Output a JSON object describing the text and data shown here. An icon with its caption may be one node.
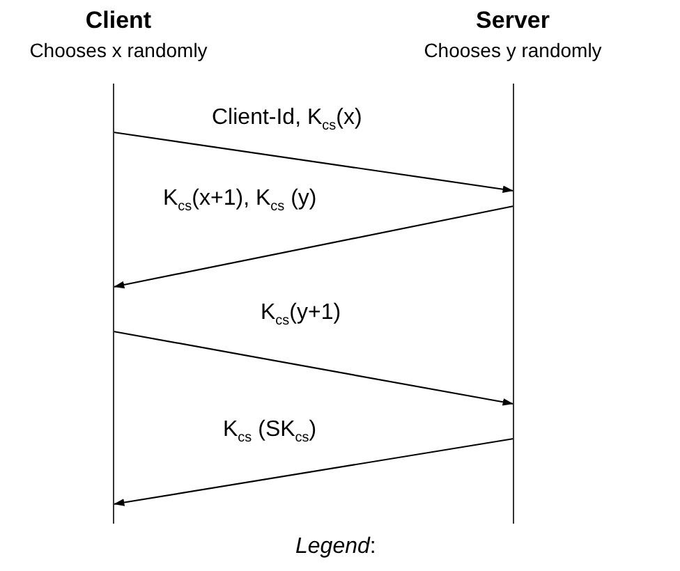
{
  "diagram": {
    "nodes": [
      {
        "text": [
          "Client",
          "Chooses x randomly"
        ]
      },
      {
        "text": [
          "Server",
          "Chooses y randomly"
        ]
      },
      {
        "text": [],
        "shape": "bar"
      },
      {
        "text": [],
        "shape": "bar"
      }
    ],
    "edges": [
      {
        "from": 2,
        "to": 3,
        "arrow": "to",
        "label": "Client-Id, K$_{cs}$(x)"
      },
      {
        "from": 3,
        "to": 2,
        "arrow": "to",
        "label": "K$_{cs}$(x+1), K$_{cs}$ (y)"
      },
      {
        "from": 2,
        "to": 3,
        "arrow": "to",
        "label": "K$_{cs}$(y+1)"
      },
      {
        "from": 3,
        "to": 2,
        "arrow": "to",
        "label": "K$_{cs}$ (SK$_{cs}$)"
      }
    ],
    "labels": [
      "*Legend*:"
    ]
  }
}
